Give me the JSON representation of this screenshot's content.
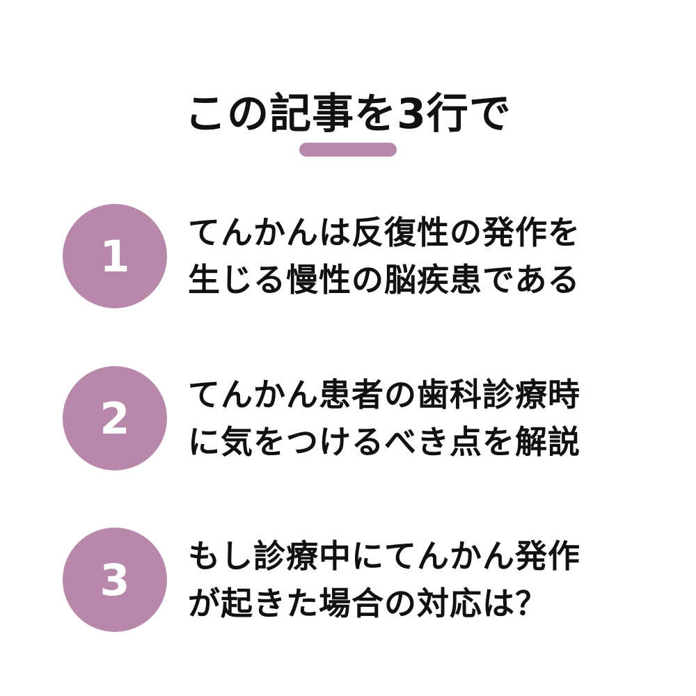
{
  "title": "この記事を3行で",
  "colors": {
    "accent": "#b888aa",
    "text": "#111111",
    "background": "#ffffff"
  },
  "points": [
    {
      "number": "1",
      "lines": [
        "てんかんは反復性の発作を",
        "生じる慢性の脳疾患である"
      ]
    },
    {
      "number": "2",
      "lines": [
        "てんかん患者の歯科診療時",
        "に気をつけるべき点を解説"
      ]
    },
    {
      "number": "3",
      "lines": [
        "もし診療中にてんかん発作",
        "が起きた場合の対応は？"
      ]
    }
  ]
}
